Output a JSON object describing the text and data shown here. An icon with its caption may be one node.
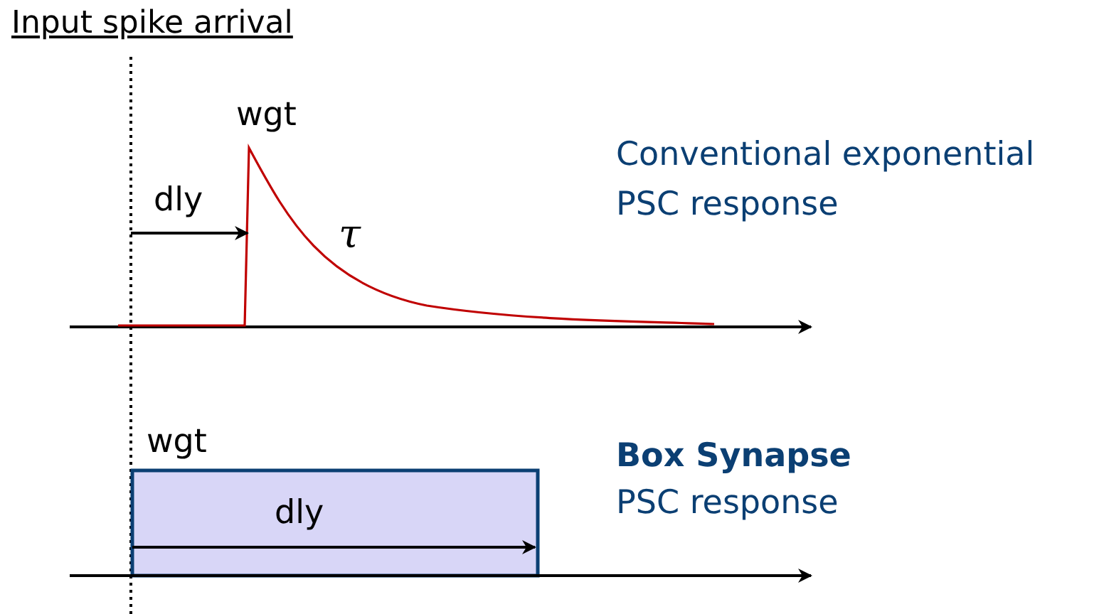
{
  "diagram": {
    "title": "Input spike arrival",
    "labels": [
      "wgt",
      "dly",
      "τ",
      "Conventional exponential PSC response",
      "wgt",
      "dly",
      "Box Synapse",
      "PSC response"
    ]
  }
}
